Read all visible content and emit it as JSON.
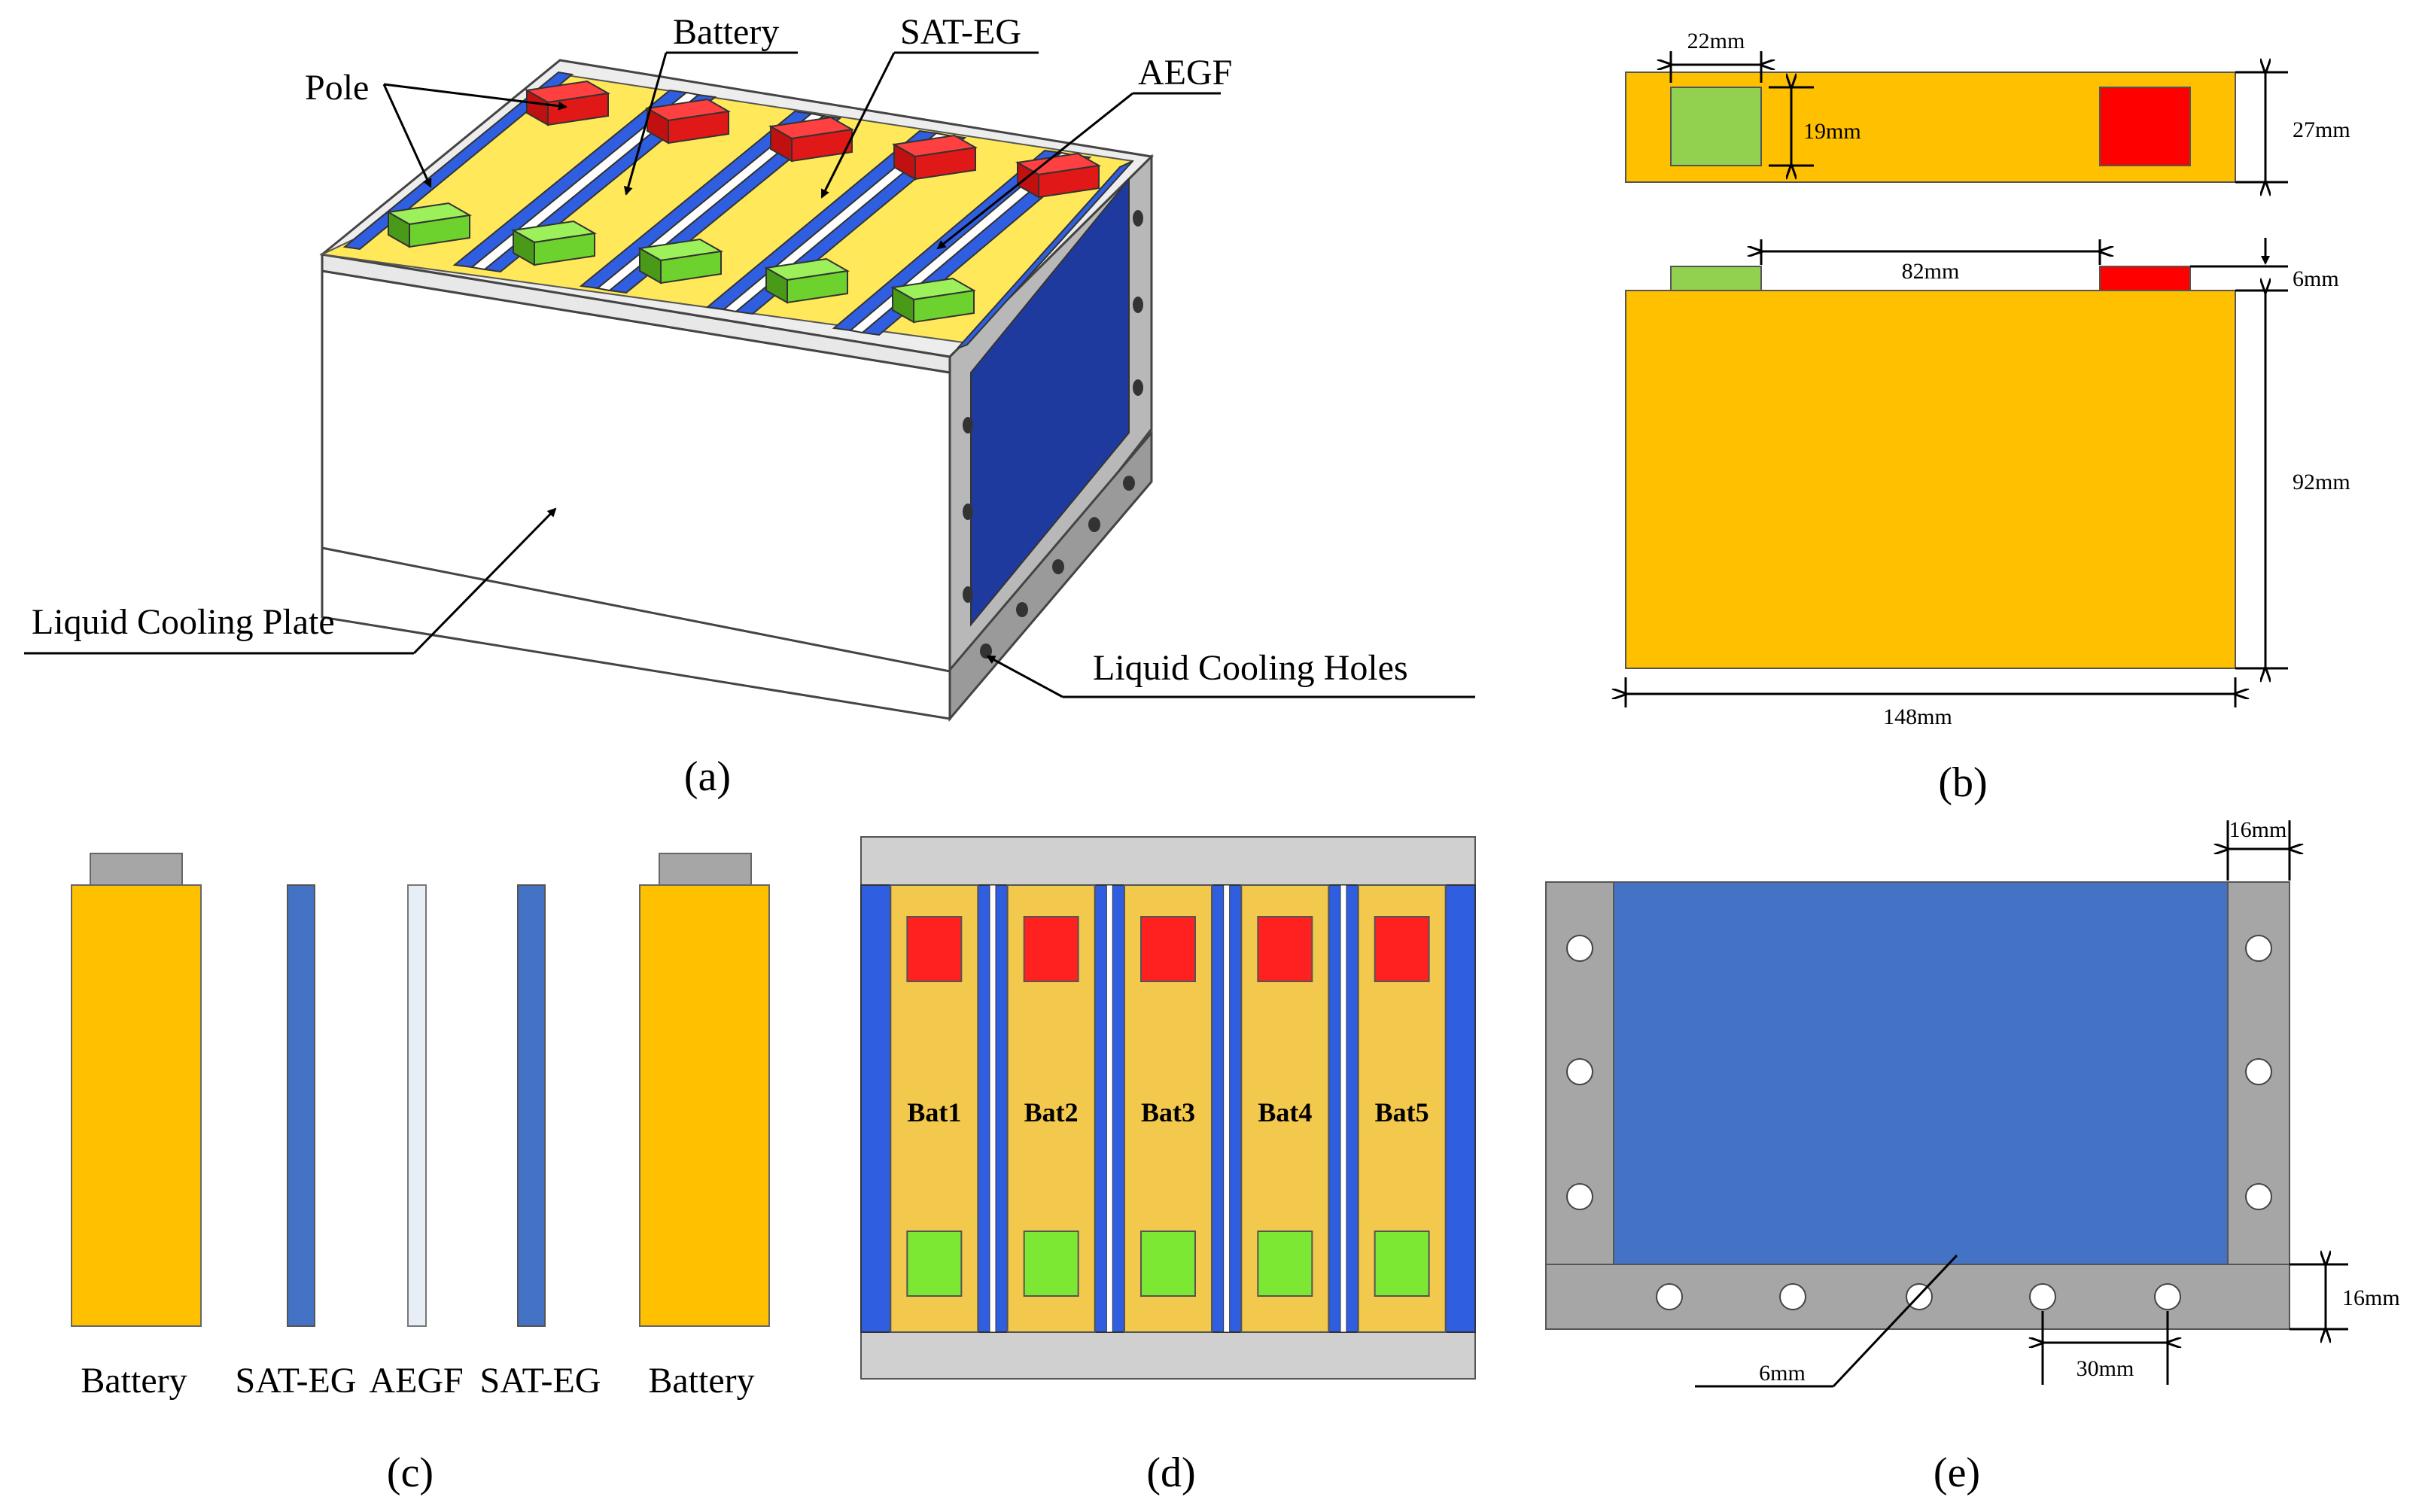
{
  "panel_a": {
    "caption": "(a)",
    "labels": {
      "pole": "Pole",
      "battery": "Battery",
      "sat_eg": "SAT-EG",
      "aegf": "AEGF",
      "liquid_cooling_plate": "Liquid Cooling Plate",
      "liquid_cooling_holes": "Liquid Cooling Holes"
    }
  },
  "panel_b": {
    "caption": "(b)",
    "dims": {
      "pole_width": "22mm",
      "pole_depth": "19mm",
      "thickness": "27mm",
      "pole_gap": "82mm",
      "pole_height": "6mm",
      "height": "92mm",
      "width": "148mm"
    }
  },
  "panel_c": {
    "caption": "(c)",
    "labels": [
      "Battery",
      "SAT-EG",
      "AEGF",
      "SAT-EG",
      "Battery"
    ]
  },
  "panel_d": {
    "caption": "(d)",
    "batteries": [
      "Bat1",
      "Bat2",
      "Bat3",
      "Bat4",
      "Bat5"
    ]
  },
  "panel_e": {
    "caption": "(e)",
    "dims": {
      "side_width": "16mm",
      "bottom_height": "16mm",
      "hole_diameter": "6mm",
      "hole_spacing": "30mm"
    }
  },
  "colors": {
    "battery": "#FFC000",
    "battery_top": "#FFE85A",
    "sat_eg": "#2F5FE0",
    "sat_eg_side": "#1F3A9E",
    "plate_blue": "#4472C4",
    "pole_positive": "#FF2020",
    "pole_negative": "#7CE833",
    "plate_gray": "#A6A6A6",
    "frame_gray": "#D0D0D0"
  }
}
